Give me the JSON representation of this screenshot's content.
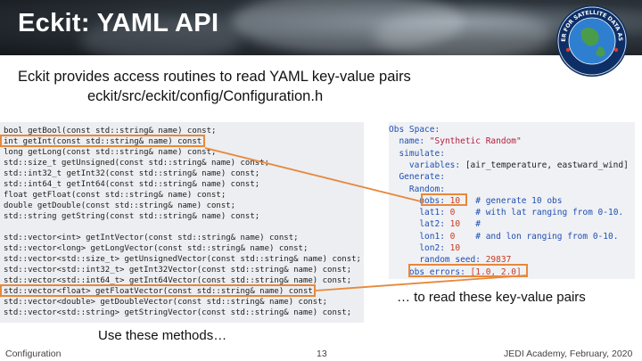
{
  "slide": {
    "title": "Eckit: YAML API",
    "intro_line1": "Eckit provides access routines to read YAML key-value pairs",
    "intro_line2": "eckit/src/eckit/config/Configuration.h",
    "caption_right": "… to read these key-value pairs",
    "caption_left": "Use these methods…",
    "footer_left": "Configuration",
    "footer_center": "13",
    "footer_right": "JEDI Academy, February, 2020",
    "logo_text": "JOINT CENTER FOR SATELLITE DATA ASSIMILATION"
  },
  "colors": {
    "highlight_box": "#e8883a",
    "yaml_key": "#1e4fb3",
    "yaml_string": "#b31e40",
    "yaml_number": "#c83a1f"
  },
  "code_left": [
    "bool getBool(const std::string& name) const;",
    "int getInt(const std::string& name) const;",
    "long getLong(const std::string& name) const;",
    "std::size_t getUnsigned(const std::string& name) const;",
    "std::int32_t getInt32(const std::string& name) const;",
    "std::int64_t getInt64(const std::string& name) const;",
    "float getFloat(const std::string& name) const;",
    "double getDouble(const std::string& name) const;",
    "std::string getString(const std::string& name) const;",
    "",
    "std::vector<int> getIntVector(const std::string& name) const;",
    "std::vector<long> getLongVector(const std::string& name) const;",
    "std::vector<std::size_t> getUnsignedVector(const std::string& name) const;",
    "std::vector<std::int32_t> getInt32Vector(const std::string& name) const;",
    "std::vector<std::int64_t> getInt64Vector(const std::string& name) const;",
    "std::vector<float> getFloatVector(const std::string& name) const;",
    "std::vector<double> getDoubleVector(const std::string& name) const;",
    "std::vector<std::string> getStringVector(const std::string& name) const;"
  ],
  "code_right": [
    {
      "indent": "",
      "key": "Obs Space:",
      "val": "",
      "comment": ""
    },
    {
      "indent": "  ",
      "key": "name:",
      "val": " \"Synthetic Random\"",
      "comment": ""
    },
    {
      "indent": "  ",
      "key": "simulate:",
      "val": "",
      "comment": ""
    },
    {
      "indent": "    ",
      "key": "variables:",
      "val": " [air_temperature, eastward_wind]",
      "comment": ""
    },
    {
      "indent": "  ",
      "key": "Generate:",
      "val": "",
      "comment": ""
    },
    {
      "indent": "    ",
      "key": "Random:",
      "val": "",
      "comment": ""
    },
    {
      "indent": "      ",
      "key": "nobs:",
      "val": " 10",
      "comment": "   # generate 10 obs"
    },
    {
      "indent": "      ",
      "key": "lat1:",
      "val": " 0",
      "comment": "    # with lat ranging from 0-10."
    },
    {
      "indent": "      ",
      "key": "lat2:",
      "val": " 10",
      "comment": "   #"
    },
    {
      "indent": "      ",
      "key": "lon1:",
      "val": " 0",
      "comment": "    # and lon ranging from 0-10."
    },
    {
      "indent": "      ",
      "key": "lon2:",
      "val": " 10",
      "comment": ""
    },
    {
      "indent": "      ",
      "key": "random_seed:",
      "val": " 29837",
      "comment": ""
    },
    {
      "indent": "    ",
      "key": "obs_errors:",
      "val": " [1.0, 2.0]",
      "comment": ""
    }
  ]
}
